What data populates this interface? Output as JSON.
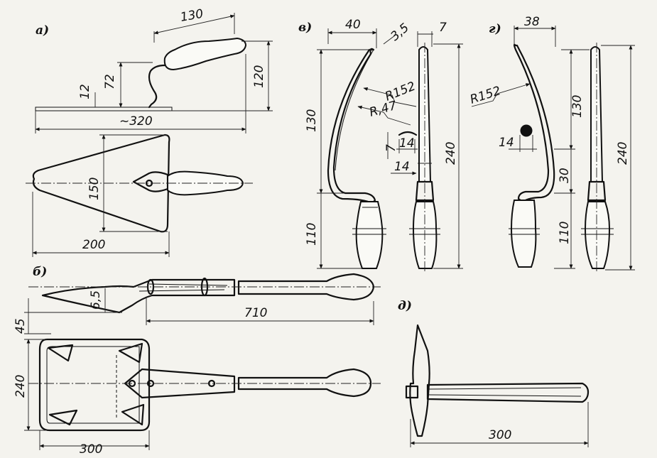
{
  "sections": {
    "a": "a)",
    "b": "б)",
    "v": "в)",
    "g": "г)",
    "d": "д)"
  },
  "dims": {
    "a_handle_len": "130",
    "a_height_72": "72",
    "a_height_12": "12",
    "a_height_120": "120",
    "a_total_len": "~320",
    "a_width_150": "150",
    "a_len_200": "200",
    "b_angle": "6,5",
    "b_len_710": "710",
    "b_height_45": "45",
    "b_width_240": "240",
    "b_len_300": "300",
    "v_40": "40",
    "v_3_5": "3,5",
    "v_7_top": "7",
    "v_r152": "R152",
    "v_r47": "R,47",
    "v_130": "130",
    "v_7": "7",
    "v_14a": "14",
    "v_14b": "14",
    "v_240": "240",
    "v_110": "110",
    "g_38": "38",
    "g_r152": "R152",
    "g_14": "14",
    "g_130": "130",
    "g_30": "30",
    "g_110": "110",
    "g_240": "240",
    "d_300": "300"
  }
}
